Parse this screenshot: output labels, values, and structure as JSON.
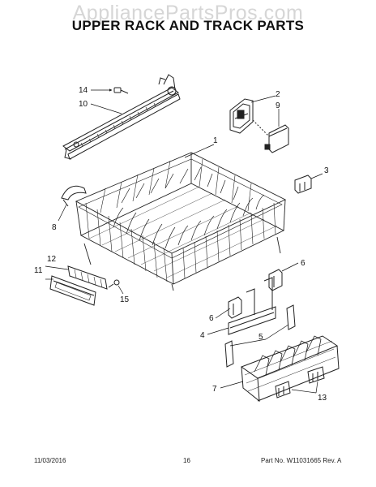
{
  "watermark": "AppliancePartsPros.com",
  "title": "UPPER RACK AND TRACK PARTS",
  "callouts": {
    "c1": "1",
    "c2": "2",
    "c3": "3",
    "c4": "4",
    "c5": "5",
    "c6a": "6",
    "c6b": "6",
    "c7": "7",
    "c8": "8",
    "c9": "9",
    "c10": "10",
    "c11": "11",
    "c12": "12",
    "c13": "13",
    "c14": "14",
    "c15": "15"
  },
  "footer": {
    "date": "11/03/2016",
    "page": "16",
    "part": "Part No.  W11031665  Rev.  A"
  }
}
